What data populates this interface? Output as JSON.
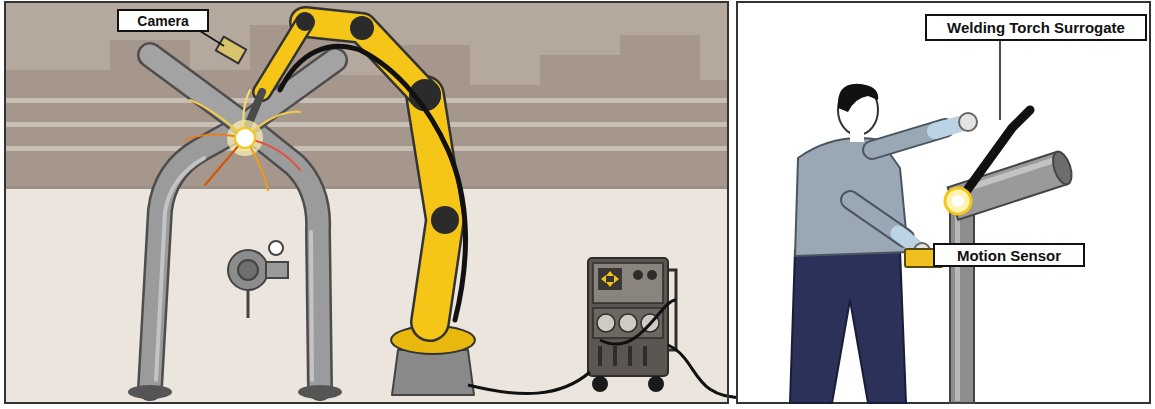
{
  "diagram": {
    "nodes": [
      {
        "text": [
          "Camera"
        ]
      },
      {
        "text": [
          "Welding Torch Surrogate"
        ]
      },
      {
        "text": [
          "Motion Sensor"
        ]
      }
    ]
  }
}
